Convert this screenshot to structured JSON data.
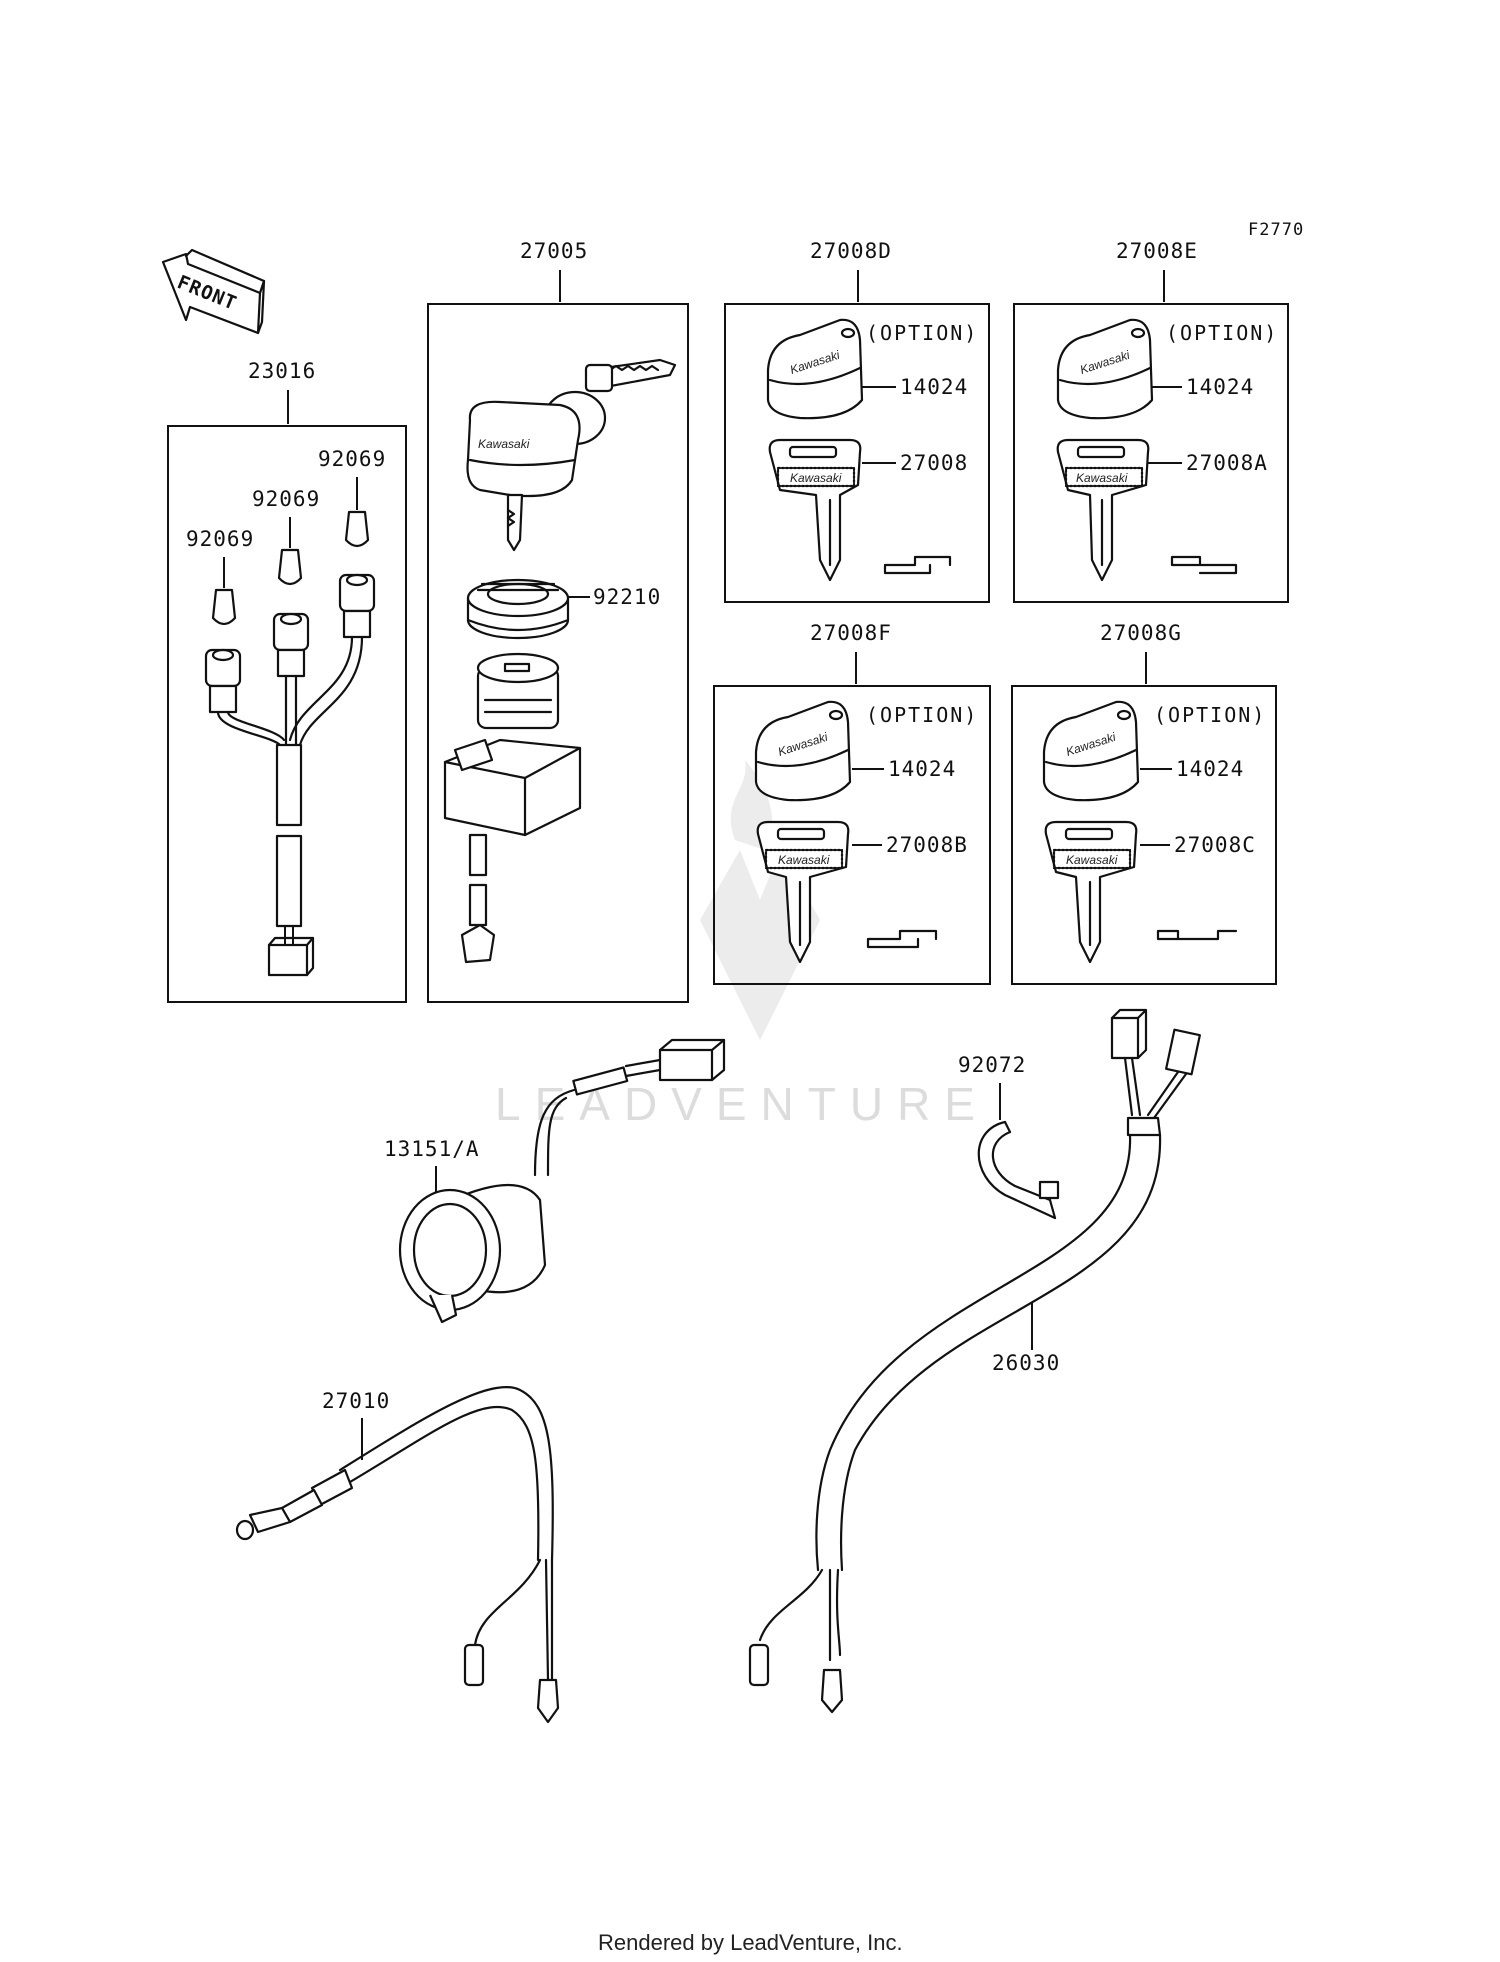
{
  "figure_code": "F2770",
  "front_arrow": {
    "text": "FRONT"
  },
  "watermark": {
    "text": "LEADVENTURE"
  },
  "footer": {
    "text": "Rendered by LeadVenture, Inc."
  },
  "option_text": "(OPTION)",
  "keycap_brand": "Kawasaki",
  "parts": {
    "p23016": "23016",
    "p92069_a": "92069",
    "p92069_b": "92069",
    "p92069_c": "92069",
    "p27005": "27005",
    "p92210": "92210",
    "p27008D": "27008D",
    "p14024_d": "14024",
    "p27008": "27008",
    "p27008E": "27008E",
    "p14024_e": "14024",
    "p27008A": "27008A",
    "p27008F": "27008F",
    "p14024_f": "14024",
    "p27008B": "27008B",
    "p27008G": "27008G",
    "p14024_g": "14024",
    "p27008C": "27008C",
    "p13151A": "13151/A",
    "p92072": "92072",
    "p26030": "26030",
    "p27010": "27010"
  }
}
